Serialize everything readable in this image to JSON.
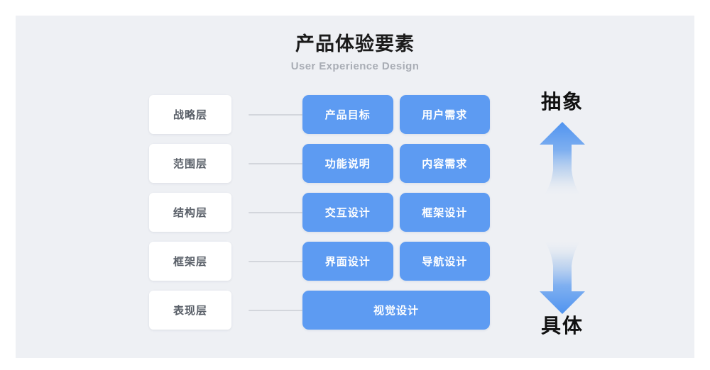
{
  "header": {
    "title": "产品体验要素",
    "subtitle": "User Experience Design"
  },
  "colors": {
    "background": "#eef0f4",
    "page": "#ffffff",
    "card_blue": "#5d9bf2",
    "label_card": "#ffffff",
    "label_text": "#585e67",
    "connector": "#d3d6dc",
    "title_text": "#1b1b1b",
    "subtitle_text": "#a9adb5",
    "axis_text": "#111111"
  },
  "diagram": {
    "rows": [
      {
        "layer": "战略层",
        "cards": [
          "产品目标",
          "用户需求"
        ]
      },
      {
        "layer": "范围层",
        "cards": [
          "功能说明",
          "内容需求"
        ]
      },
      {
        "layer": "结构层",
        "cards": [
          "交互设计",
          "框架设计"
        ]
      },
      {
        "layer": "框架层",
        "cards": [
          "界面设计",
          "导航设计"
        ]
      },
      {
        "layer": "表现层",
        "cards": [
          "视觉设计"
        ]
      }
    ]
  },
  "axis": {
    "top_label": "抽象",
    "bottom_label": "具体",
    "up_arrow_icon": "arrow-up-icon",
    "down_arrow_icon": "arrow-down-icon"
  }
}
